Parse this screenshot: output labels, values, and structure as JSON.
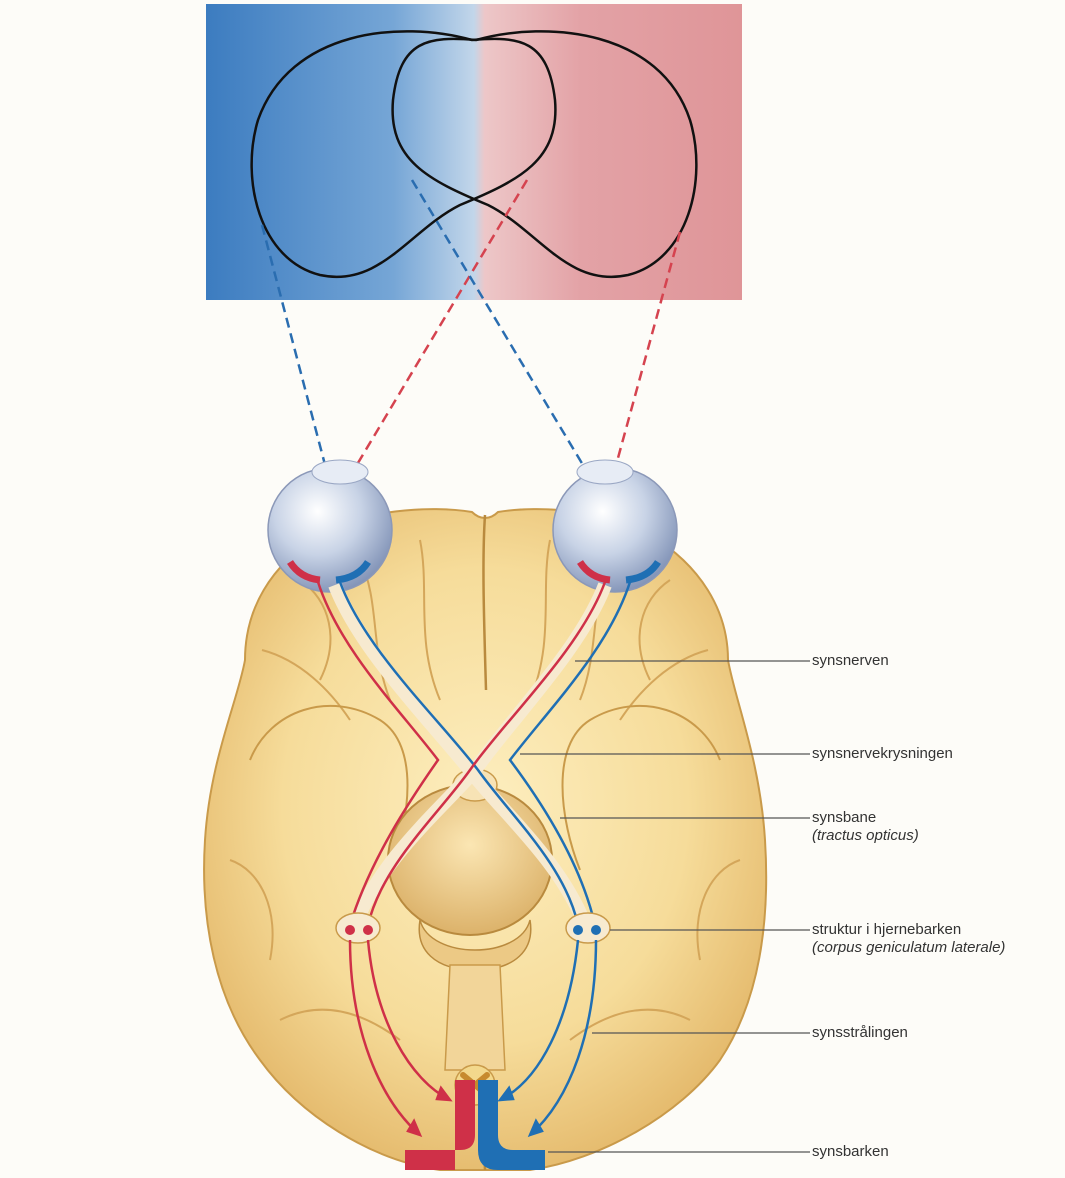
{
  "labels": {
    "optic_nerve": "synsnerven",
    "optic_chiasm": "synsnervekrysningen",
    "optic_tract": "synsbane",
    "optic_tract_latin": "(tractus opticus)",
    "lgn": "struktur i hjernebarken",
    "lgn_latin": "(corpus geniculatum laterale)",
    "optic_radiation": "synsstrålingen",
    "visual_cortex": "synsbarken"
  },
  "colors": {
    "left_field": "#3f7fc0",
    "right_field": "#e08f92",
    "blue_path": "#1f6fb4",
    "red_path": "#cf3048",
    "brain": "#f4d58e",
    "brain_shadow": "#d8ad55",
    "leader_line": "#555555"
  }
}
